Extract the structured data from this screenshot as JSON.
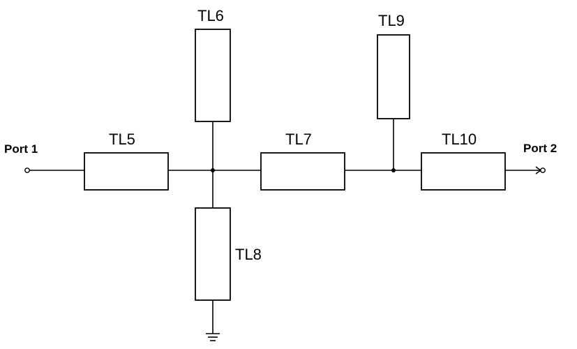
{
  "diagram": {
    "ports": {
      "port1": "Port 1",
      "port2": "Port 2"
    },
    "lines": {
      "tl5": "TL5",
      "tl6": "TL6",
      "tl7": "TL7",
      "tl8": "TL8",
      "tl9": "TL9",
      "tl10": "TL10"
    }
  }
}
